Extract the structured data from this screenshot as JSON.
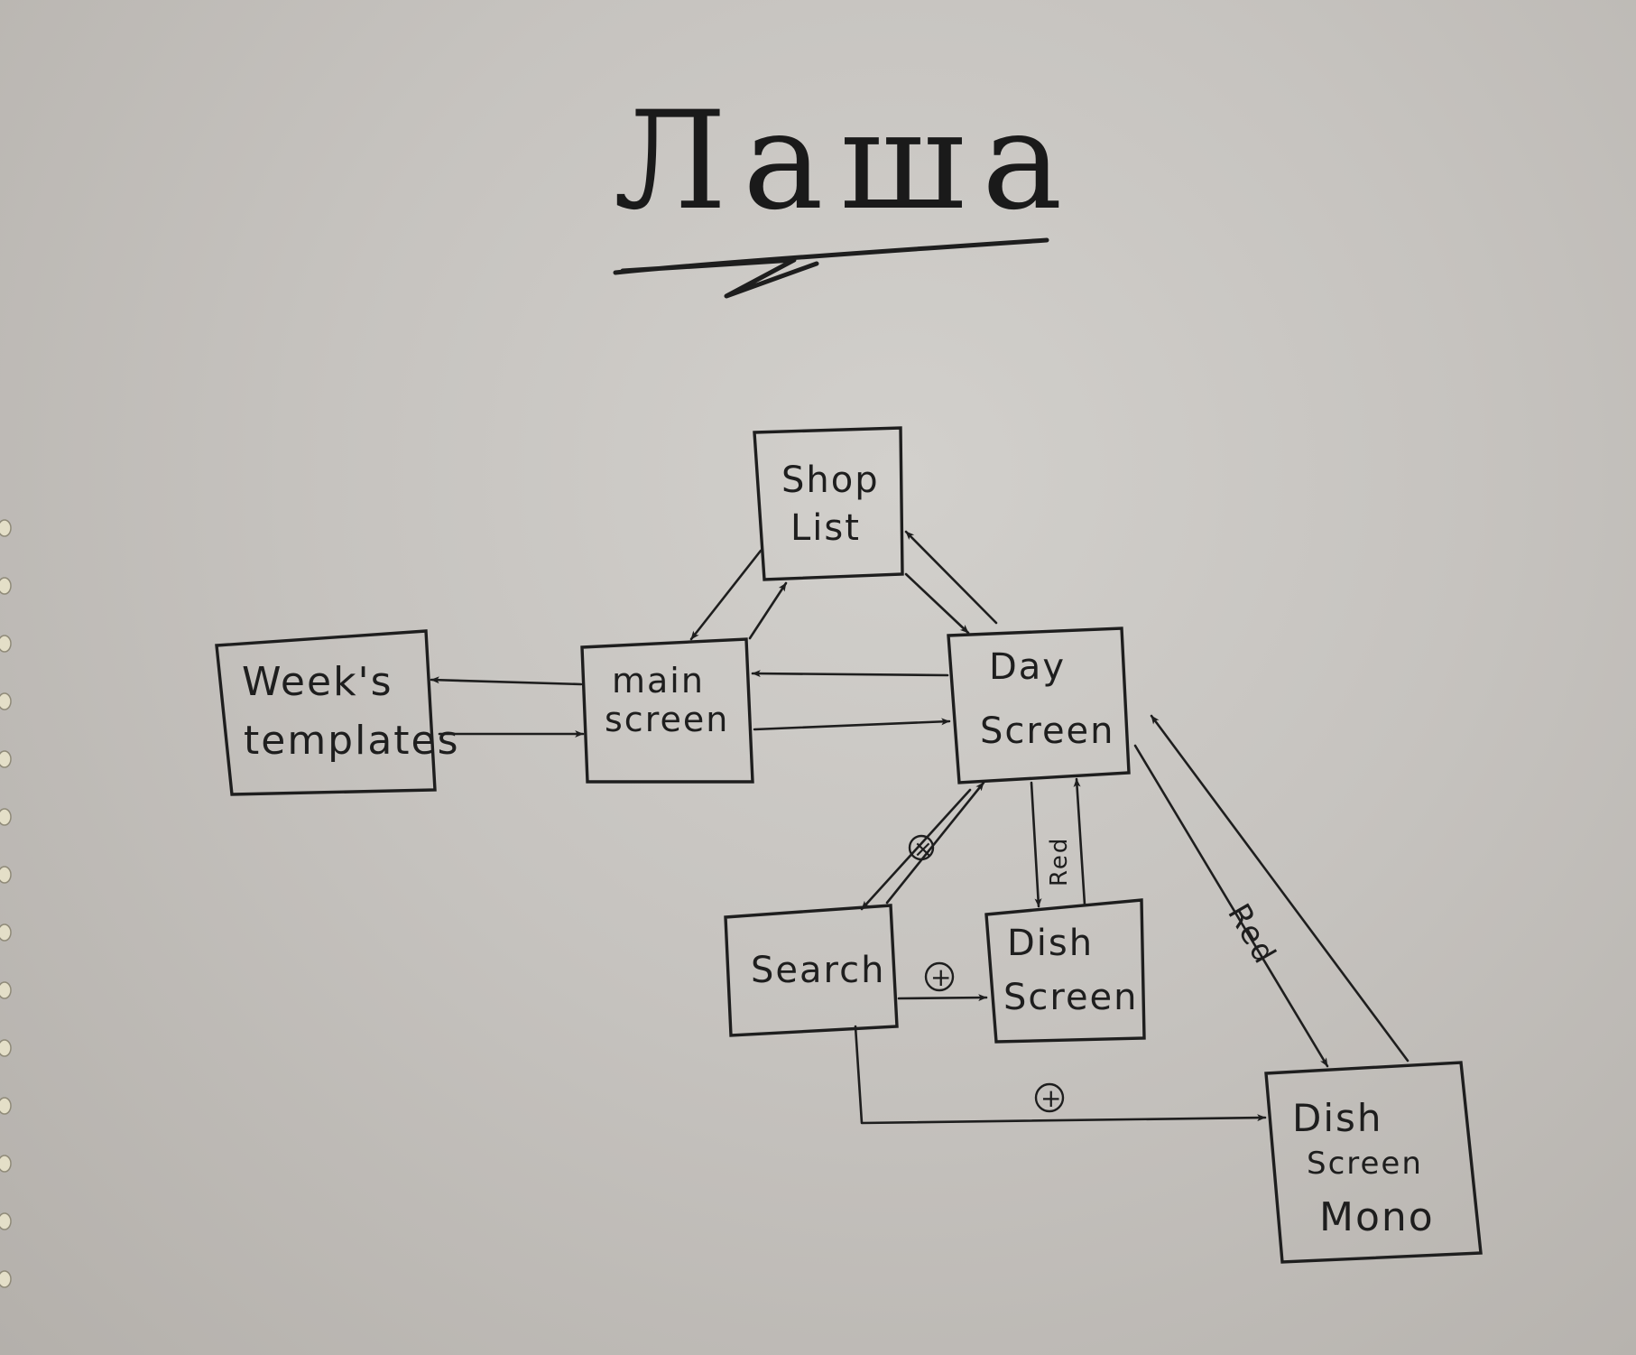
{
  "title": "Лашa",
  "nodes": {
    "shop_list": [
      "Shop",
      "List"
    ],
    "weeks_templates": [
      "Week's",
      "templates"
    ],
    "main_screen": [
      "main",
      "screen"
    ],
    "day_screen": [
      "Day",
      "Screen"
    ],
    "search": [
      "Search"
    ],
    "dish_screen": [
      "Dish",
      "Screen"
    ],
    "dish_screen_mono": [
      "Dish",
      "Screen",
      "Mono"
    ]
  },
  "edge_labels": {
    "search_day": "×",
    "day_dish_red": "Red",
    "mono_red": "Red",
    "search_dish_plus": "+",
    "search_mono_plus": "+"
  },
  "colors": {
    "ink": "#1e1e1e",
    "paper": "#cdcac6"
  }
}
